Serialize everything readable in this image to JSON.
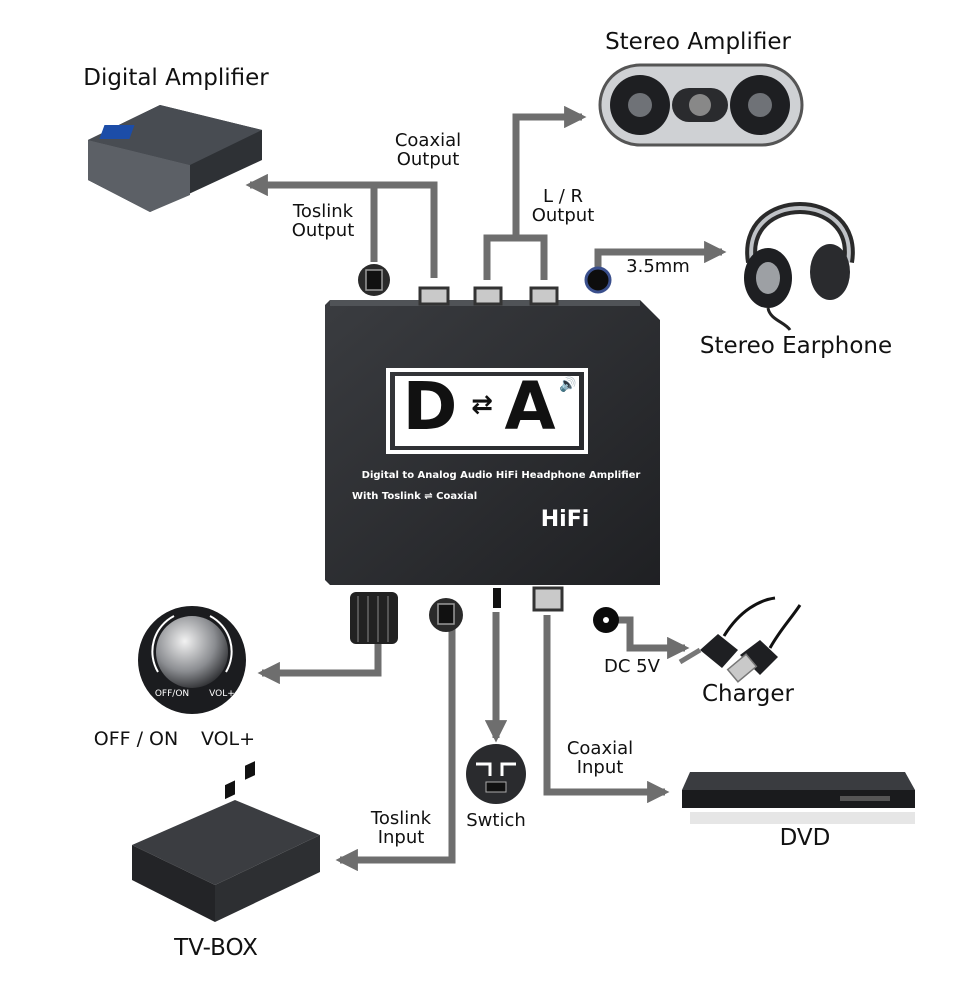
{
  "devices": {
    "digital_amp": "Digital Amplifier",
    "stereo_amp": "Stereo Amplifier",
    "earphone": "Stereo Earphone",
    "charger": "Charger",
    "dvd": "DVD",
    "tvbox": "TV-BOX"
  },
  "ports": {
    "coaxial_output": "Coaxial\nOutput",
    "toslink_output": "Toslink\nOutput",
    "lr_output": "L / R\nOutput",
    "jack": "3.5mm",
    "dc": "DC 5V",
    "coaxial_input": "Coaxial\nInput",
    "toslink_input": "Toslink\nInput",
    "switch": "Swtich",
    "off_on": "OFF / ON",
    "vol": "VOL+"
  },
  "converter": {
    "logo_left": "D",
    "logo_right": "A",
    "desc": "Digital to Analog Audio HiFi Headphone Amplifier",
    "desc2": "With Toslink ⇌ Coaxial",
    "hifi": "HiFi",
    "knob_off": "OFF/ON",
    "knob_vol": "VOL+"
  },
  "colors": {
    "connector": "#6e6e6e",
    "box": "#2b2d30",
    "text": "#111111"
  }
}
